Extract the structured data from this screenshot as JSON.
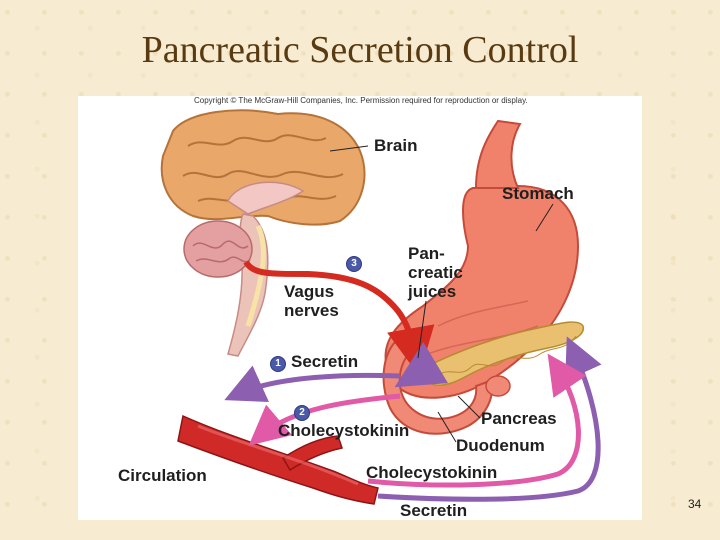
{
  "slide": {
    "title": "Pancreatic Secretion Control",
    "number": "34"
  },
  "figure": {
    "copyright": "Copyright © The McGraw-Hill Companies, Inc. Permission required for reproduction or display.",
    "labels": {
      "brain": "Brain",
      "stomach": "Stomach",
      "pancreatic_juices": [
        "Pan-",
        "creatic",
        "juices"
      ],
      "vagus_nerves": [
        "Vagus",
        "nerves"
      ],
      "secretin_1": "Secretin",
      "cholecystokinin_2": "Cholecystokinin",
      "pancreas": "Pancreas",
      "duodenum": "Duodenum",
      "circulation": "Circulation",
      "cholecystokinin_return": "Cholecystokinin",
      "secretin_return": "Secretin"
    },
    "steps": [
      "1",
      "2",
      "3"
    ]
  }
}
